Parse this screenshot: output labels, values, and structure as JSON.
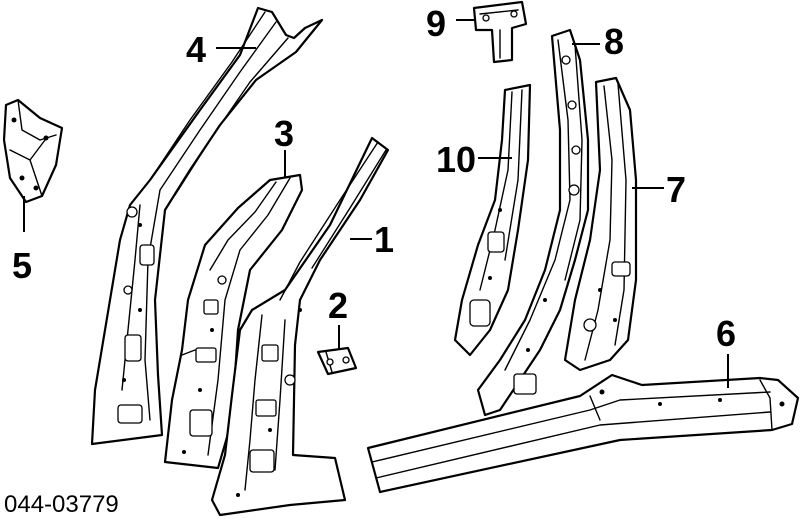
{
  "callouts": {
    "c1": "1",
    "c2": "2",
    "c3": "3",
    "c4": "4",
    "c5": "5",
    "c6": "6",
    "c7": "7",
    "c8": "8",
    "c9": "9",
    "c10": "10"
  },
  "reference_number": "044-03779"
}
